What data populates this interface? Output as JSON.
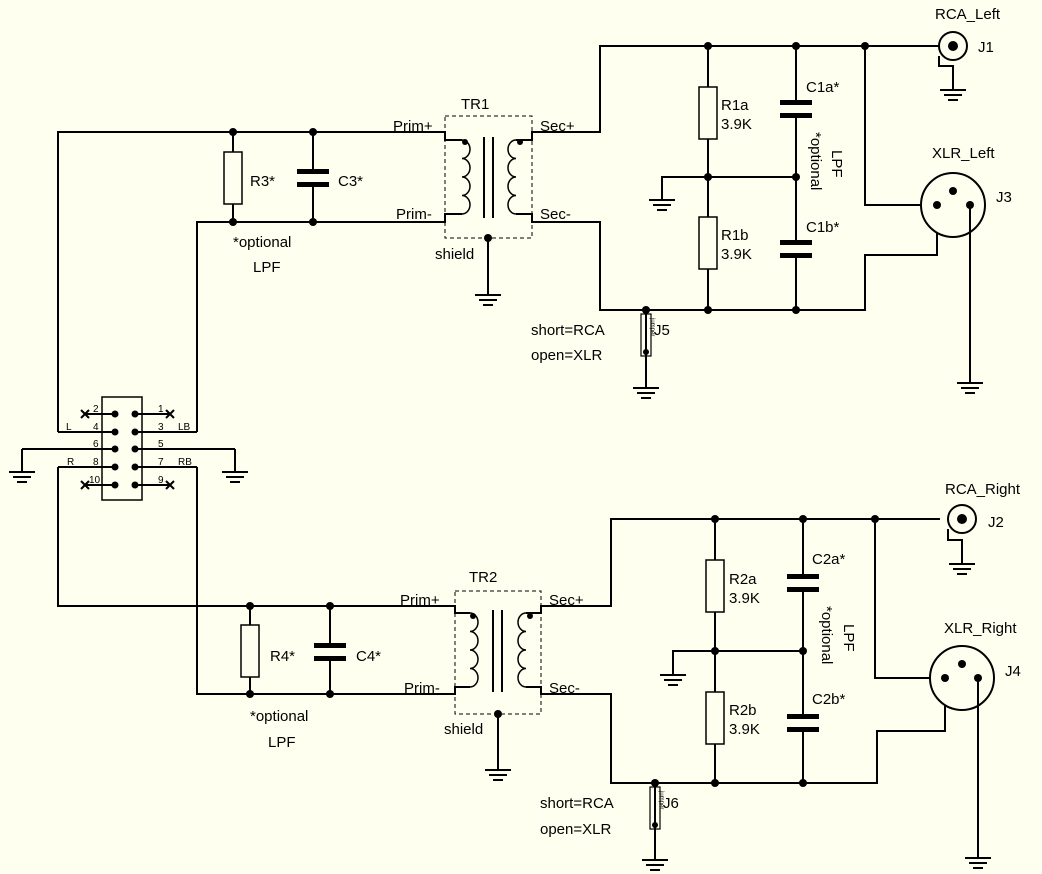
{
  "colors": {
    "background": "#FFFFF0",
    "ink": "#000000"
  },
  "transformers": {
    "tr1": {
      "name": "TR1",
      "prim_plus": "Prim+",
      "prim_minus": "Prim-",
      "sec_plus": "Sec+",
      "sec_minus": "Sec-",
      "shield": "shield"
    },
    "tr2": {
      "name": "TR2",
      "prim_plus": "Prim+",
      "prim_minus": "Prim-",
      "sec_plus": "Sec+",
      "sec_minus": "Sec-",
      "shield": "shield"
    }
  },
  "components": {
    "r3": "R3*",
    "c3": "C3*",
    "r4": "R4*",
    "c4": "C4*",
    "r1a": {
      "name": "R1a",
      "value": "3.9K"
    },
    "r1b": {
      "name": "R1b",
      "value": "3.9K"
    },
    "r2a": {
      "name": "R2a",
      "value": "3.9K"
    },
    "r2b": {
      "name": "R2b",
      "value": "3.9K"
    },
    "c1a": "C1a*",
    "c1b": "C1b*",
    "c2a": "C2a*",
    "c2b": "C2b*"
  },
  "notes": {
    "optional": "*optional",
    "lpf": "LPF"
  },
  "jumpers": {
    "j5": {
      "name": "J5",
      "short": "short=RCA",
      "open": "open=XLR",
      "tag": "jumper"
    },
    "j6": {
      "name": "J6",
      "short": "short=RCA",
      "open": "open=XLR",
      "tag": "jumper"
    }
  },
  "connectors": {
    "j1": {
      "name": "J1",
      "label": "RCA_Left"
    },
    "j2": {
      "name": "J2",
      "label": "RCA_Right"
    },
    "j3": {
      "name": "J3",
      "label": "XLR_Left"
    },
    "j4": {
      "name": "J4",
      "label": "XLR_Right"
    }
  },
  "header": {
    "pins": [
      "1",
      "2",
      "3",
      "4",
      "5",
      "6",
      "7",
      "8",
      "9",
      "10"
    ],
    "signals": {
      "l": "L",
      "lb": "LB",
      "r": "R",
      "rb": "RB"
    }
  }
}
